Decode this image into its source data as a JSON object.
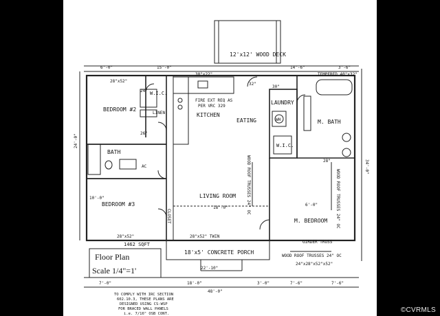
{
  "labels": {
    "deck": "12'x12' WOOD DECK",
    "tempered": "TEMPERED 40\"x32\"",
    "window_br2": "28\"x52\"",
    "window_kitchen": "30\"x22\"",
    "wic": "W.I.C.",
    "bedroom2": "BEDROOM #2",
    "linen": "LINEN",
    "fire_ext": "FIRE EXT REQ AS",
    "fire_ext2": "PER VRC 329",
    "kitchen": "KITCHEN",
    "eating": "EATING",
    "laundry": "LAUNDRY",
    "m_bath": "M. BATH",
    "wh": "WH",
    "bath": "BATH",
    "ac": "AC",
    "wic2": "W.I.C.",
    "wood_roof_trusses_left": "WOOD ROOF TRUSSES 24\" OC",
    "wood_roof_trusses_right": "WOOD ROOF TRUSSES 24\" OC",
    "wood_roof_trusses_bottom": "WOOD ROOF TRUSSES 24\" OC",
    "living_room": "LIVING ROOM",
    "bedroom3": "BEDROOM #3",
    "closet": "CLOSET",
    "m_bedroom": "M. BEDROOM",
    "window_br3": "28\"x52\"",
    "window_twin": "28\"x52\" TWIN",
    "sqft": "1462 SQFT",
    "porch": "18'x5' CONCRETE PORCH",
    "girder_truss": "GIRDER TRUSS",
    "window_mbr": "24\"x28\"x52\"x52\"",
    "floor_plan": "Floor Plan",
    "scale": "Scale 1/4\"=1'",
    "note1": "TO COMPLY WITH IRC SECTION",
    "note2": "602.10.3, THESE PLANS ARE",
    "note3": "DESIGNED USING CS-WSP",
    "note4": "FOR BRACED WALL PANELS",
    "note5": "i.e. 7/16\" OSB CONT.",
    "overall_width": "48'-0\"",
    "overall_depth_left": "24'-0\"",
    "overall_depth_right": "34'-0\"",
    "dim_top_1": "6'-0\"",
    "dim_top_2": "15'-0\"",
    "dim_top_3": "14'-6\"",
    "dim_top_4": "3'-6\"",
    "dim_bot_1": "7'-0\"",
    "dim_bot_2": "18'-0\"",
    "dim_bot_3": "3'-0\"",
    "dim_bot_4": "7'-6\"",
    "dim_bot_5": "7'-6\"",
    "door_32": "32\"",
    "door_30": "30\"",
    "door_24": "24\"",
    "door_26": "26\"",
    "door_28": "28\"",
    "dim_18": "18'-0\"",
    "dim_6": "6'-0\"",
    "dim_10": "10'-0\"",
    "porch_steps": "22'-10\""
  },
  "watermark": "©CVRMLS"
}
